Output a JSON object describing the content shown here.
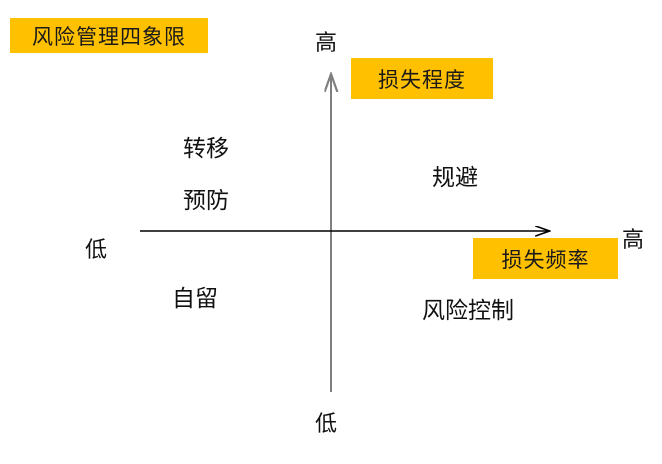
{
  "title": {
    "text": "风险管理四象限"
  },
  "axes": {
    "vertical": {
      "highlight_label": "损失程度",
      "high_label": "高",
      "low_label": "低"
    },
    "horizontal": {
      "highlight_label": "损失频率",
      "high_label": "高",
      "low_label": "低"
    }
  },
  "quadrants": [
    {
      "id": "top-left-a",
      "label": "转移"
    },
    {
      "id": "top-left-b",
      "label": "预防"
    },
    {
      "id": "top-right",
      "label": "规避"
    },
    {
      "id": "bottom-left",
      "label": "自留"
    },
    {
      "id": "bottom-right",
      "label": "风险控制"
    }
  ],
  "colors": {
    "highlight": "#FFC000",
    "text": "#111111",
    "axis_horizontal": "#000000",
    "axis_vertical": "#7F7F7F",
    "background": "#FFFFFF"
  }
}
